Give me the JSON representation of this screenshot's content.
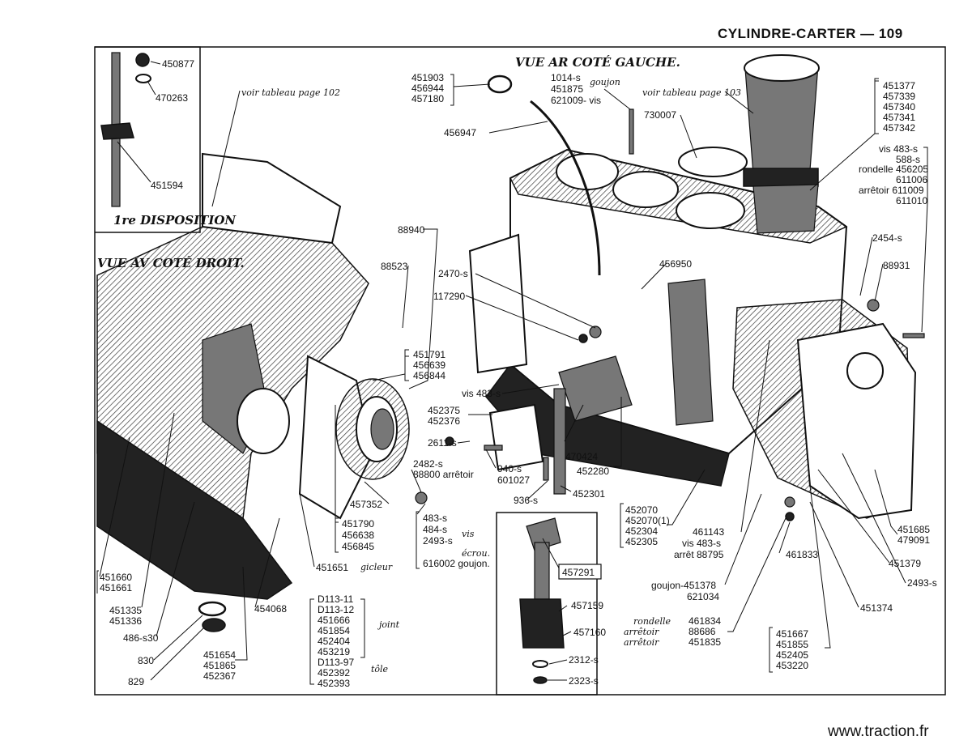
{
  "header": {
    "section": "CYLINDRE-CARTER",
    "page": "109"
  },
  "footer": {
    "website": "www.traction.fr"
  },
  "views": {
    "rear_left": "VUE AR COTÉ GAUCHE.",
    "front_right": "VUE AV COTÉ DROIT.",
    "first_disposition": "1re DISPOSITION"
  },
  "notes": {
    "table_102": "voir tableau page 102",
    "table_103": "voir tableau page 103",
    "goujon": "goujon",
    "vis": "vis",
    "vis2": "vis",
    "rondelle": "rondelle",
    "arretoir": "arrêtoir",
    "joint": "joint",
    "tole": "tôle",
    "gicleur": "gicleur",
    "ecrou": "écrou.",
    "goujon2": "goujon",
    "arretoir2": "arrêtoir"
  },
  "labels": {
    "p450877": "450877",
    "p470263": "470263",
    "p451594": "451594",
    "p451903": "451903",
    "p456944": "456944",
    "p457180": "457180",
    "p1014": "1014-s",
    "p451875": "451875",
    "p621009": "621009- vis",
    "p456947": "456947",
    "p730007": "730007",
    "p451377": "451377",
    "p457339": "457339",
    "p457340": "457340",
    "p457341": "457341",
    "p457342": "457342",
    "p483s_top": "vis 483-s",
    "p588s": "588-s",
    "p456205": "rondelle 456205",
    "p611006": "611006",
    "p611009": "arrêtoir 611009",
    "p611010": "611010",
    "p2454": "2454-s",
    "p88931": "88931",
    "p88940": "88940",
    "p88523": "88523",
    "p2470": "2470-s",
    "p117290": "117290",
    "p456950": "456950",
    "p451791": "451791",
    "p456639": "456639",
    "p456844": "456844",
    "p483s_mid": "vis 483-s",
    "p452375": "452375",
    "p452376": "452376",
    "p2611": "2611-s",
    "p940": "940-s",
    "p601027": "601027",
    "p2482": "2482-s",
    "p88800": "88800 arrêtoir",
    "p470424": "470424",
    "p452280": "452280",
    "p936": "936-s",
    "p452301": "452301",
    "p457352": "457352",
    "p451790": "451790",
    "p456638": "456638",
    "p456845": "456845",
    "p483s_low": "483-s",
    "p484s": "484-s",
    "p2493_low": "2493-s",
    "p616002": "616002 goujon.",
    "p452070": "452070",
    "p4520701": "452070(1)",
    "p452304": "452304",
    "p452305": "452305",
    "p461143": "461143",
    "p483s_right": "vis 483-s",
    "p88795": "arrêt 88795",
    "p451685": "451685",
    "p479091": "479091",
    "p461833": "461833",
    "p451379": "451379",
    "p2493_right": "2493-s",
    "p451378": "goujon-451378",
    "p621034": "621034",
    "p451374": "451374",
    "p461834": "461834",
    "p88686": "88686",
    "p451835": "451835",
    "p451667": "451667",
    "p451855": "451855",
    "p452405": "452405",
    "p453220": "453220",
    "p457291": "457291",
    "p457159": "457159",
    "p457160": "457160",
    "p2312": "2312-s",
    "p2323": "2323-s",
    "p451660": "451660",
    "p451661": "451661",
    "p451335": "451335",
    "p451336": "451336",
    "p486": "486-s30",
    "p830": "830",
    "p829": "829",
    "p451654": "451654",
    "p451865": "451865",
    "p452367": "452367",
    "p454068": "454068",
    "p451651": "451651",
    "pD113_11": "D113-11",
    "pD113_12": "D113-12",
    "p451666": "451666",
    "p451854": "451854",
    "p452404": "452404",
    "p453219": "453219",
    "pD113_97": "D113-97",
    "p452392": "452392",
    "p452393": "452393"
  }
}
